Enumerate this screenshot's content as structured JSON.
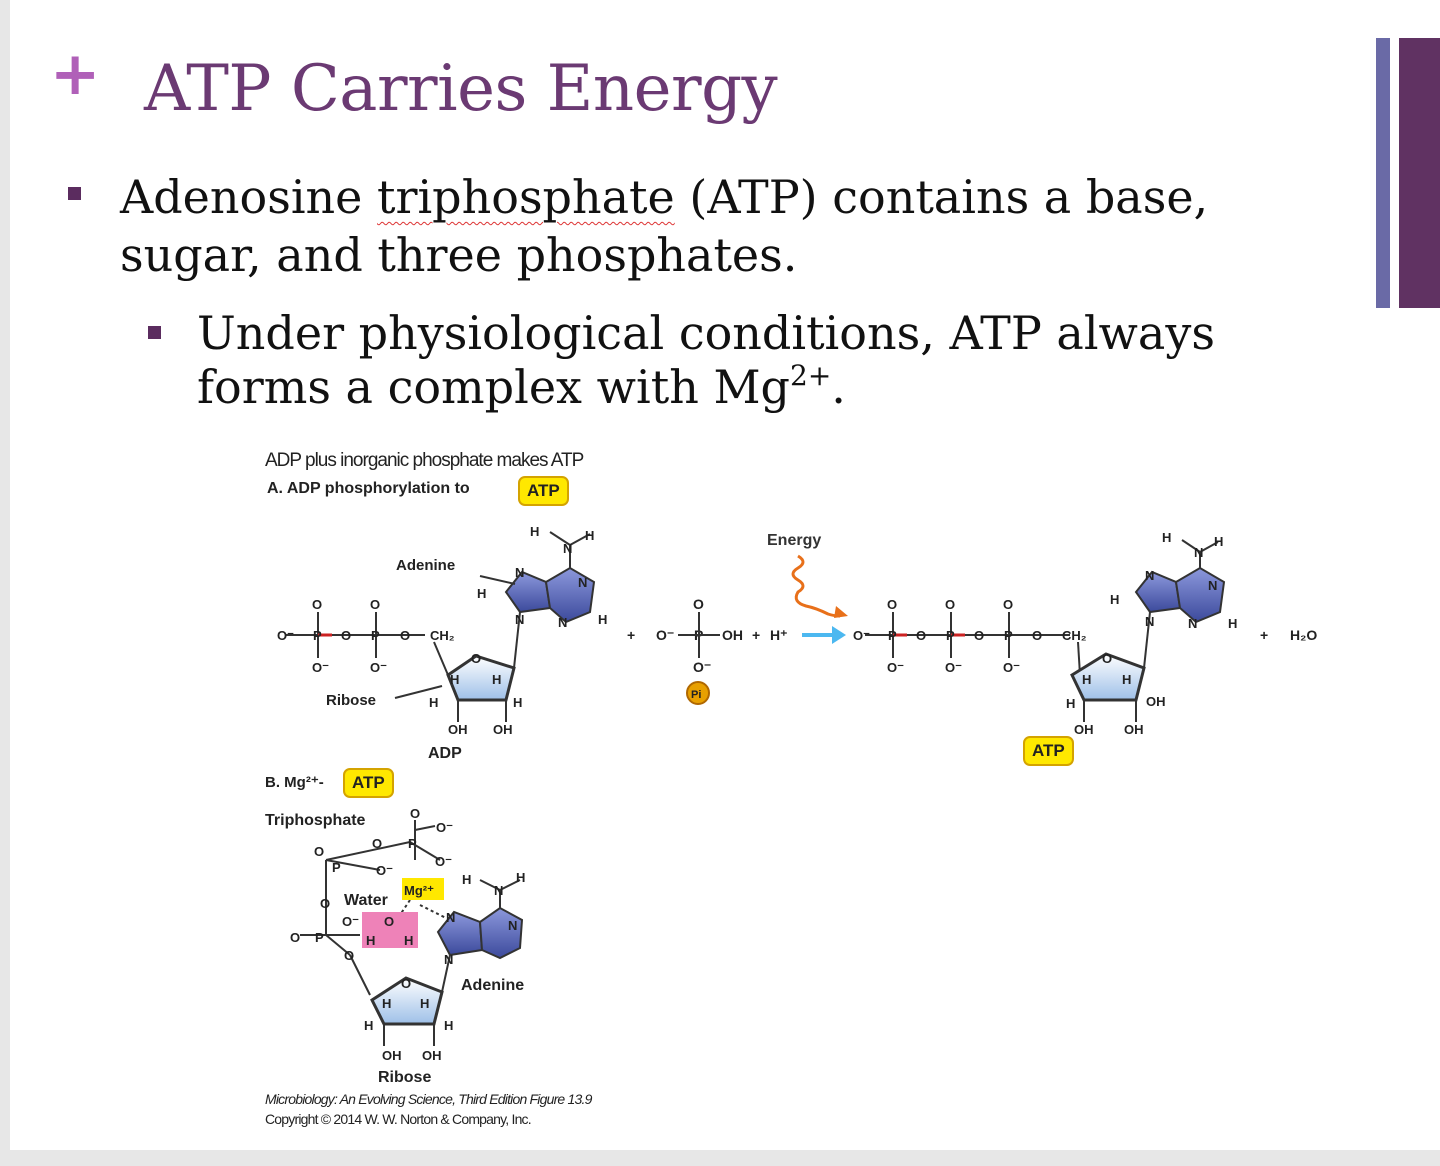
{
  "slide": {
    "title": "ATP Carries Energy",
    "plus_symbol": "+",
    "bullets": {
      "b1_pre": "Adenosine ",
      "b1_underlined": "triphosphate",
      "b1_post": " (ATP) contains a base, sugar, and three phosphates.",
      "b2_pre": "Under physiological conditions, ATP always forms a complex with Mg",
      "b2_sup": "2+",
      "b2_post": "."
    }
  },
  "figure": {
    "header": "ADP plus inorganic phosphate makes ATP",
    "panel_a_label": "A. ADP phosphorylation to",
    "atp_tag": "ATP",
    "labels": {
      "adenine": "Adenine",
      "ribose": "Ribose",
      "adp": "ADP",
      "energy": "Energy",
      "pi": "Pi",
      "plus": "+",
      "h_plus": "H⁺",
      "h2o": "H₂O",
      "oh": "OH",
      "o": "O",
      "h": "H",
      "n": "N",
      "p": "P",
      "ch2": "CH₂",
      "o_minus": "O⁻"
    },
    "panel_b_label": "B. Mg²⁺-",
    "panel_b": {
      "triphosphate": "Triphosphate",
      "water": "Water",
      "mg": "Mg²⁺",
      "adenine": "Adenine",
      "ribose": "Ribose"
    },
    "credit_line1": "Microbiology: An Evolving Science, Third Edition  Figure 13.9",
    "credit_line2": "Copyright © 2014 W. W. Norton & Company, Inc."
  },
  "colors": {
    "title": "#6b3a73",
    "plus": "#b060b8",
    "accent_blue": "#6a6aa6",
    "accent_purple": "#603262",
    "bullet": "#5b2c5f",
    "atp_yellow": "#ffe800",
    "energy_orange": "#e8701a",
    "arrow_blue": "#4cb8f0",
    "water_pink": "#ee82b8",
    "ring_blue": "#5a6ab8",
    "bond_red": "#cc2222"
  }
}
